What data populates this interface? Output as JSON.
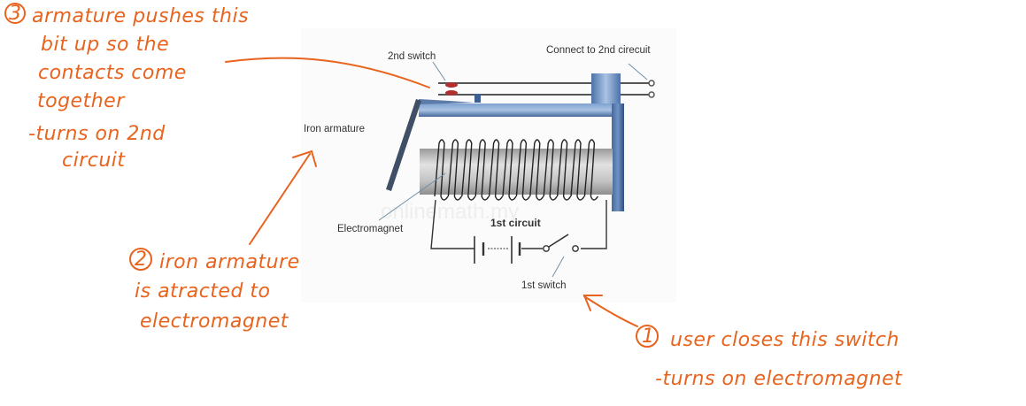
{
  "diagram": {
    "title": "Electromagnetic relay",
    "labels": {
      "second_switch": "2nd switch",
      "connect_second_circuit": "Connect to 2nd cirecuit",
      "iron_armature": "Iron armature",
      "electromagnet": "Electromagnet",
      "first_circuit": "1st circuit",
      "first_switch": "1st switch",
      "watermark": "onlinemath.my"
    },
    "colors": {
      "annotation": "#e8641e",
      "frame_blue": "#4a6fa5",
      "core_gray": "#b8b8b8",
      "wire": "#333333",
      "contact_red": "#b03030"
    }
  },
  "annotations": [
    {
      "number": "3",
      "lines": [
        "armature pushes this",
        "bit up so the",
        "contacts come",
        "together",
        "-turns on 2nd",
        "circuit"
      ]
    },
    {
      "number": "2",
      "lines": [
        "iron armature",
        "is atracted to",
        "electromagnet"
      ]
    },
    {
      "number": "1",
      "lines": [
        "user closes this switch",
        "-turns on electromagnet"
      ]
    }
  ]
}
